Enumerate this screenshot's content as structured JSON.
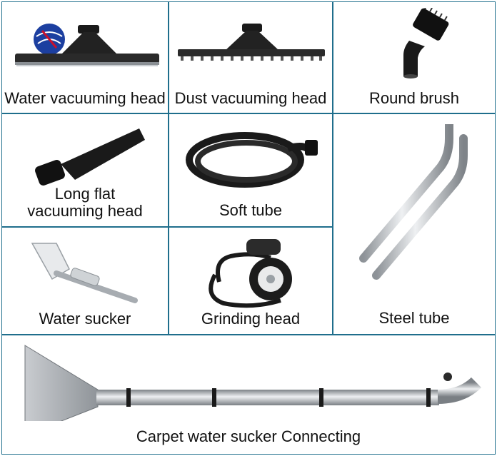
{
  "items": [
    {
      "label": "Water vacuuming head"
    },
    {
      "label": "Dust vacuuming head"
    },
    {
      "label": "Round brush"
    },
    {
      "label": "Long flat vacuuming head"
    },
    {
      "label": "Soft tube"
    },
    {
      "label": "Steel tube"
    },
    {
      "label": "Water sucker"
    },
    {
      "label": "Grinding head"
    },
    {
      "label": "Carpet water sucker Connecting"
    }
  ],
  "colors": {
    "border": "#1f6e8c",
    "text": "#111111",
    "rubber": "#1a1a1a",
    "steel": "#b8bcc0"
  }
}
